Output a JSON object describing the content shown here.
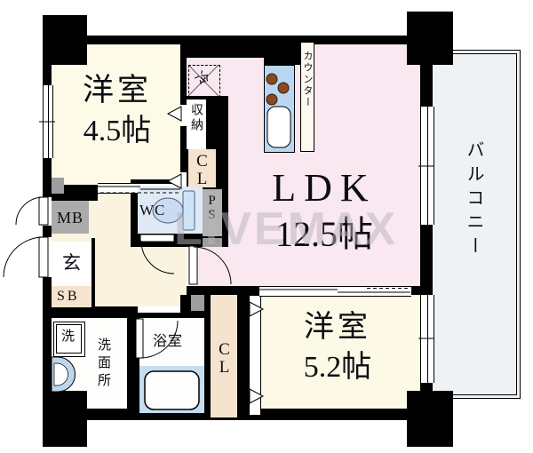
{
  "watermark": "LIVEMAX",
  "rooms": {
    "western_45": {
      "name": "洋室",
      "size": "4.5帖"
    },
    "ldk": {
      "name": "LDK",
      "size": "12.5帖"
    },
    "western_52": {
      "name": "洋室",
      "size": "5.2帖"
    },
    "balcony": {
      "name": "バルコニー"
    },
    "entrance": {
      "name": "玄"
    },
    "washroom": {
      "name": "洗面所"
    },
    "bathroom": {
      "name": "浴室"
    },
    "toilet": {
      "name": "WC"
    },
    "storage": {
      "name": "収納"
    },
    "closet_upper": {
      "name": "CL"
    },
    "closet_lower": {
      "name": "CL"
    },
    "fridge": {
      "name": "冷"
    },
    "counter": {
      "name": "カウンター"
    },
    "meter_box": {
      "name": "MB"
    },
    "shoe_box": {
      "name": "SB"
    },
    "pipe_space": {
      "name": "PS"
    },
    "laundry": {
      "name": "洗"
    }
  },
  "colors": {
    "wall": "#000000",
    "western_room": "#fdfbe8",
    "ldk": "#f9e8ef",
    "hallway": "#faf3e0",
    "balcony": "#eef2f4",
    "wc": "#dfeaf6",
    "kitchen": "#b9d7f2",
    "bath_floor": "#c3ddf2",
    "closet": "#f5e3cd",
    "meter_gray": "#ababab"
  }
}
